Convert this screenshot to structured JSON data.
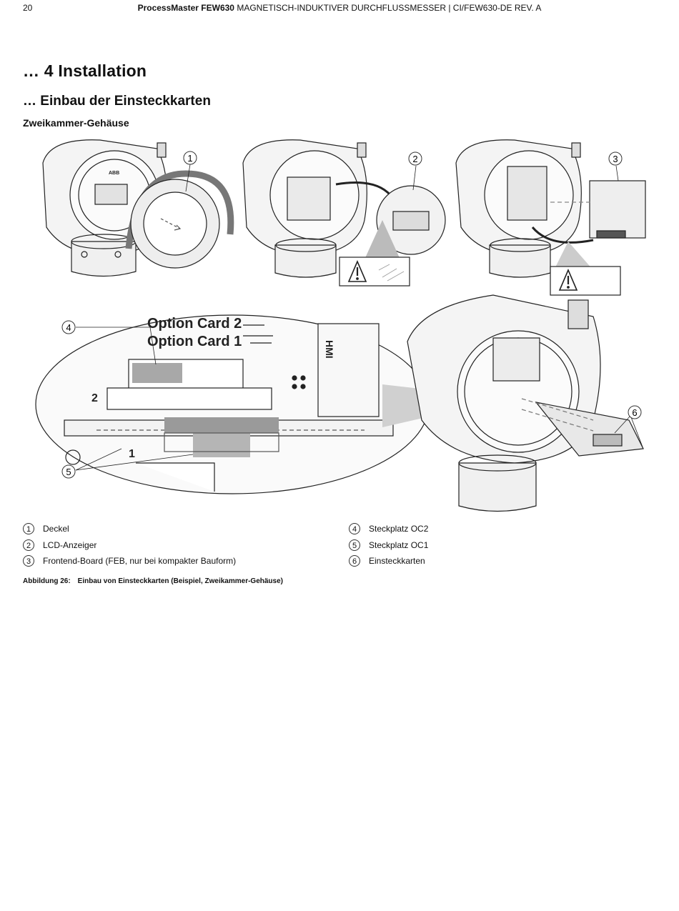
{
  "header": {
    "page_number": "20",
    "product_bold": "ProcessMaster FEW630",
    "product_rest": " MAGNETISCH-INDUKTIVER DURCHFLUSSMESSER  |  CI/FEW630-DE REV. A"
  },
  "headings": {
    "chapter": "… 4  Installation",
    "section": "… Einbau der Einsteckkarten",
    "subsection": "Zweikammer-Gehäuse"
  },
  "figure": {
    "callouts": [
      "1",
      "2",
      "3",
      "4",
      "5",
      "6"
    ],
    "detail_text": {
      "option_card_2": "Option Card 2",
      "option_card_1": "Option Card 1",
      "slot_2": "2",
      "slot_1": "1",
      "hmi": "HMI",
      "brand": "ABB"
    }
  },
  "legend": [
    {
      "num": "1",
      "text": "Deckel"
    },
    {
      "num": "2",
      "text": "LCD-Anzeiger"
    },
    {
      "num": "3",
      "text": "Frontend-Board (FEB, nur bei kompakter Bauform)"
    },
    {
      "num": "4",
      "text": "Steckplatz OC2"
    },
    {
      "num": "5",
      "text": "Steckplatz OC1"
    },
    {
      "num": "6",
      "text": "Einsteckkarten"
    }
  ],
  "caption": {
    "label": "Abbildung 26:",
    "text": "Einbau von Einsteckkarten (Beispiel, Zweikammer-Gehäuse)"
  }
}
